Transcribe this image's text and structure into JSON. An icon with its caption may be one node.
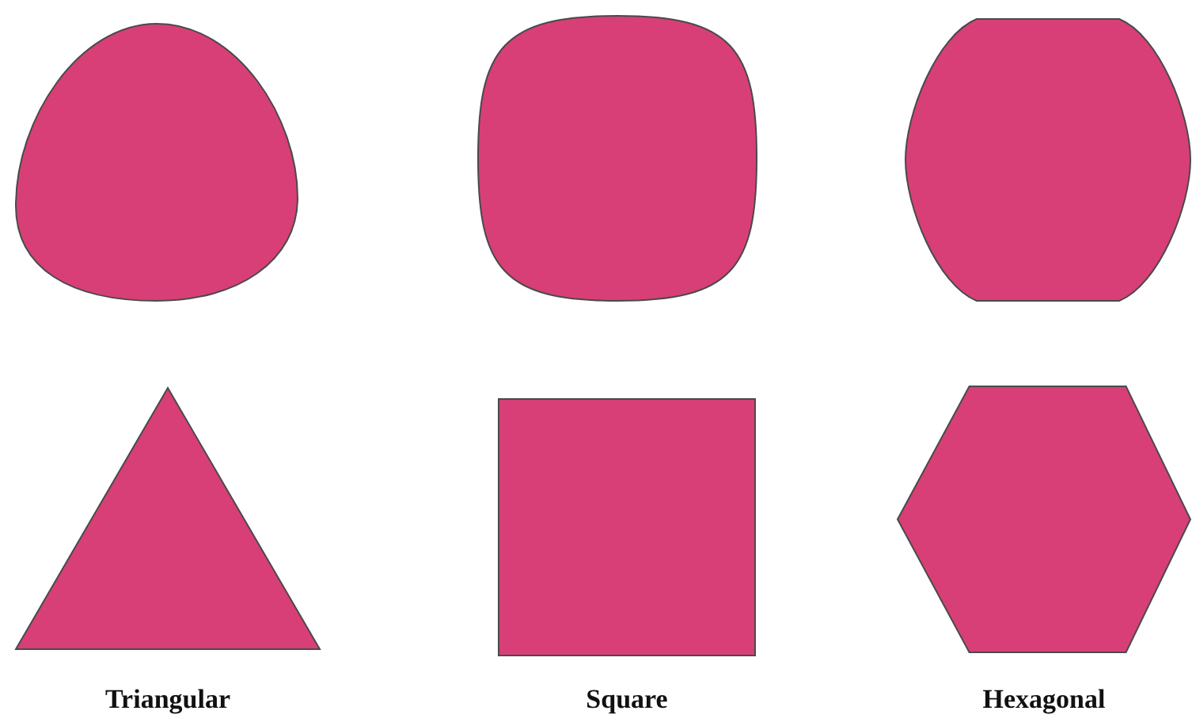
{
  "diagram": {
    "nodes": [
      {
        "text": [],
        "shape": "circle"
      },
      {
        "text": [],
        "shape": "circle"
      },
      {
        "text": [],
        "shape": "circle"
      },
      {
        "text": [],
        "shape": "triangle",
        "beside": [
          "Triangular"
        ]
      },
      {
        "text": [],
        "shape": "box",
        "beside": [
          "Square"
        ]
      },
      {
        "text": [],
        "shape": "hexagon",
        "beside": [
          "Hexagonal"
        ]
      }
    ]
  }
}
